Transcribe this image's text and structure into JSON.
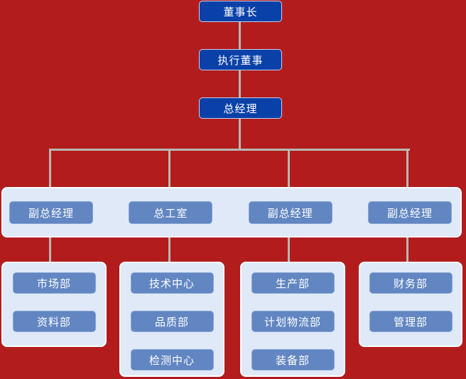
{
  "colors": {
    "background": "#b21c1d",
    "executive_node": "#0a41a8",
    "department_node": "#6186c2",
    "panel": "#dfe9f7",
    "connector": "#b7b8b3",
    "text": "#ffffff"
  },
  "nodes": {
    "top": [
      {
        "label": "董事长"
      },
      {
        "label": "执行董事"
      },
      {
        "label": "总经理"
      }
    ],
    "managers": [
      {
        "label": "副总经理"
      },
      {
        "label": "总工室"
      },
      {
        "label": "副总经理"
      },
      {
        "label": "副总经理"
      }
    ],
    "departments": [
      {
        "items": [
          "市场部",
          "资料部"
        ]
      },
      {
        "items": [
          "技术中心",
          "品质部",
          "检测中心"
        ]
      },
      {
        "items": [
          "生产部",
          "计划物流部",
          "装备部"
        ]
      },
      {
        "items": [
          "财务部",
          "管理部"
        ]
      }
    ]
  }
}
